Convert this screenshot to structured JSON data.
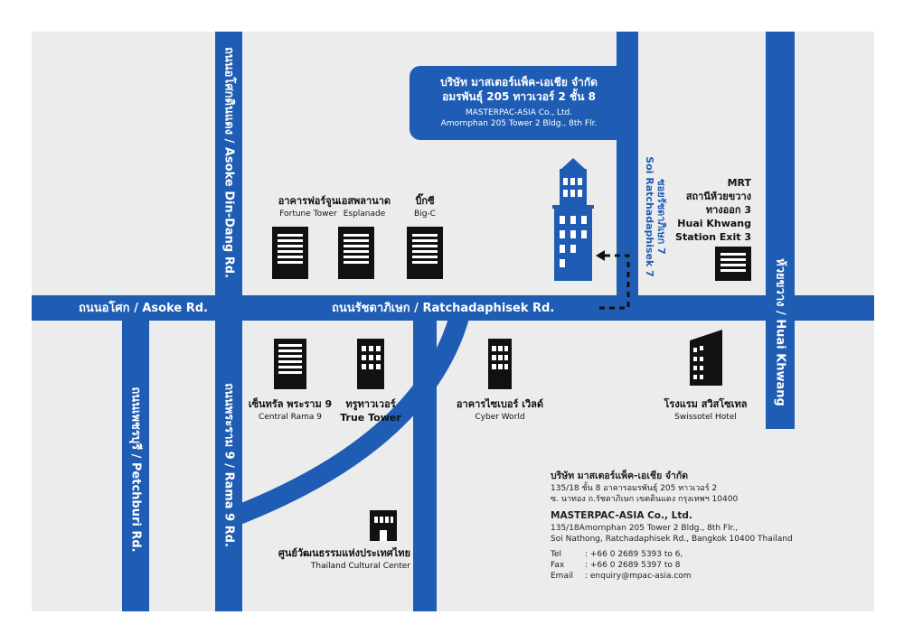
{
  "colors": {
    "road": "#1f5db4",
    "background": "#ececec",
    "building": "#111111"
  },
  "roads": {
    "asoke": "ถนนอโศก / Asoke Rd.",
    "ratchadaphisek": "ถนนรัชดาภิเษก / Ratchadaphisek Rd.",
    "asoke_din_dang": "ถนนอโศกดินแดง / Asoke Din-Dang Rd.",
    "petchburi": "ถนนเพชรบุรี / Petchburi Rd.",
    "rama9": "ถนนพระราม 9 / Rama 9 Rd.",
    "huai_khwang": "ห้วยขวาง / Huai Khwang",
    "soi_ratchadaphisek_th": "ซอยรัชดาภิเษก 7",
    "soi_ratchadaphisek_en": "Soi Ratchadaphisek 7"
  },
  "callout": {
    "th_line1": "บริษัท มาสเตอร์แพ็ค-เอเชีย จำกัด",
    "th_line2": "อมรพันธุ์ 205 ทาวเวอร์ 2 ชั้น 8",
    "en_line1": "MASTERPAC-ASIA Co., Ltd.",
    "en_line2": "Amornphan 205 Tower 2 Bldg., 8th Flr."
  },
  "landmarks": {
    "fortune": {
      "th": "อาคารฟอร์จูน",
      "en": "Fortune Tower",
      "icon": "office-building-icon"
    },
    "esplanade": {
      "th": "เอสพลานาด",
      "en": "Esplanade",
      "icon": "office-building-icon"
    },
    "bigc": {
      "th": "บิ๊กซี",
      "en": "Big-C",
      "icon": "office-building-icon"
    },
    "central": {
      "th": "เซ็นทรัล พระราม 9",
      "en": "Central Rama 9",
      "icon": "tower-building-icon"
    },
    "truetower": {
      "th": "ทรูทาวเวอร์",
      "en": "True Tower",
      "icon": "tower-building-icon"
    },
    "cyberworld": {
      "th": "อาคารไซเบอร์ เวิลด์",
      "en": "Cyber World",
      "icon": "tower-building-icon"
    },
    "swissotel": {
      "th": "โรงแรม สวิสโซเทล",
      "en": "Swissotel Hotel",
      "icon": "hotel-building-icon"
    },
    "cultural": {
      "th": "ศูนย์วัฒนธรรมแห่งประเทศไทย",
      "en": "Thailand Cultural Center",
      "icon": "cultural-center-icon"
    }
  },
  "mrt": {
    "line1": "MRT",
    "line2": "สถานีห้วยขวาง",
    "line3": "ทางออก 3",
    "line4": "Huai Khwang",
    "line5": "Station Exit 3"
  },
  "address": {
    "th_title": "บริษัท มาสเตอร์แพ็ค-เอเชีย จำกัด",
    "th_line1": "135/18 ชั้น 8 อาคารอมรพันธุ์ 205 ทาวเวอร์ 2",
    "th_line2": "ซ. นาทอง ถ.รัชดาภิเษก เขตดินแดง กรุงเทพฯ 10400",
    "en_title": "MASTERPAC-ASIA Co., Ltd.",
    "en_line1": "135/18Amornphan 205 Tower 2 Bldg., 8th Flr.,",
    "en_line2": "Soi Nathong, Ratchadaphisek Rd., Bangkok 10400 Thailand",
    "tel_label": "Tel",
    "tel_value": ": +66 0 2689 5393 to 6,",
    "fax_label": "Fax",
    "fax_value": ": +66 0 2689 5397 to 8",
    "email_label": "Email",
    "email_value": ": enquiry@mpac-asia.com"
  }
}
